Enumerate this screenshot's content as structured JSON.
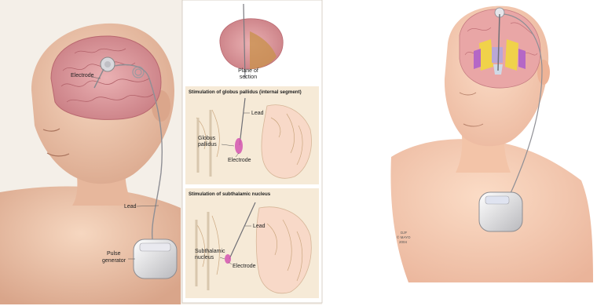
{
  "left_panel": {
    "labels": {
      "electrode": "Electrode",
      "lead": "Lead",
      "pulse_generator_line1": "Pulse",
      "pulse_generator_line2": "generator"
    },
    "plane_inset": {
      "label_line1": "Plane of",
      "label_line2": "section"
    },
    "gpi_inset": {
      "title": "Stimulation of globus pallidus (internal segment)",
      "lead": "Lead",
      "target_line1": "Globus",
      "target_line2": "pallidus",
      "electrode": "Electrode"
    },
    "stn_inset": {
      "title": "Stimulation of subthalamic nucleus",
      "lead": "Lead",
      "target_line1": "Subthalamic",
      "target_line2": "nucleus",
      "electrode": "Electrode"
    }
  },
  "right_panel": {
    "credit_line1": "DJF",
    "credit_line2": "© MAYO",
    "credit_line3": "2004"
  },
  "colors": {
    "skin": "#f2c9ad",
    "brain": "#e4a5a8",
    "tissue": "#f6ead7",
    "panel_bg": "#f4efe8",
    "target": "#d455b0"
  }
}
